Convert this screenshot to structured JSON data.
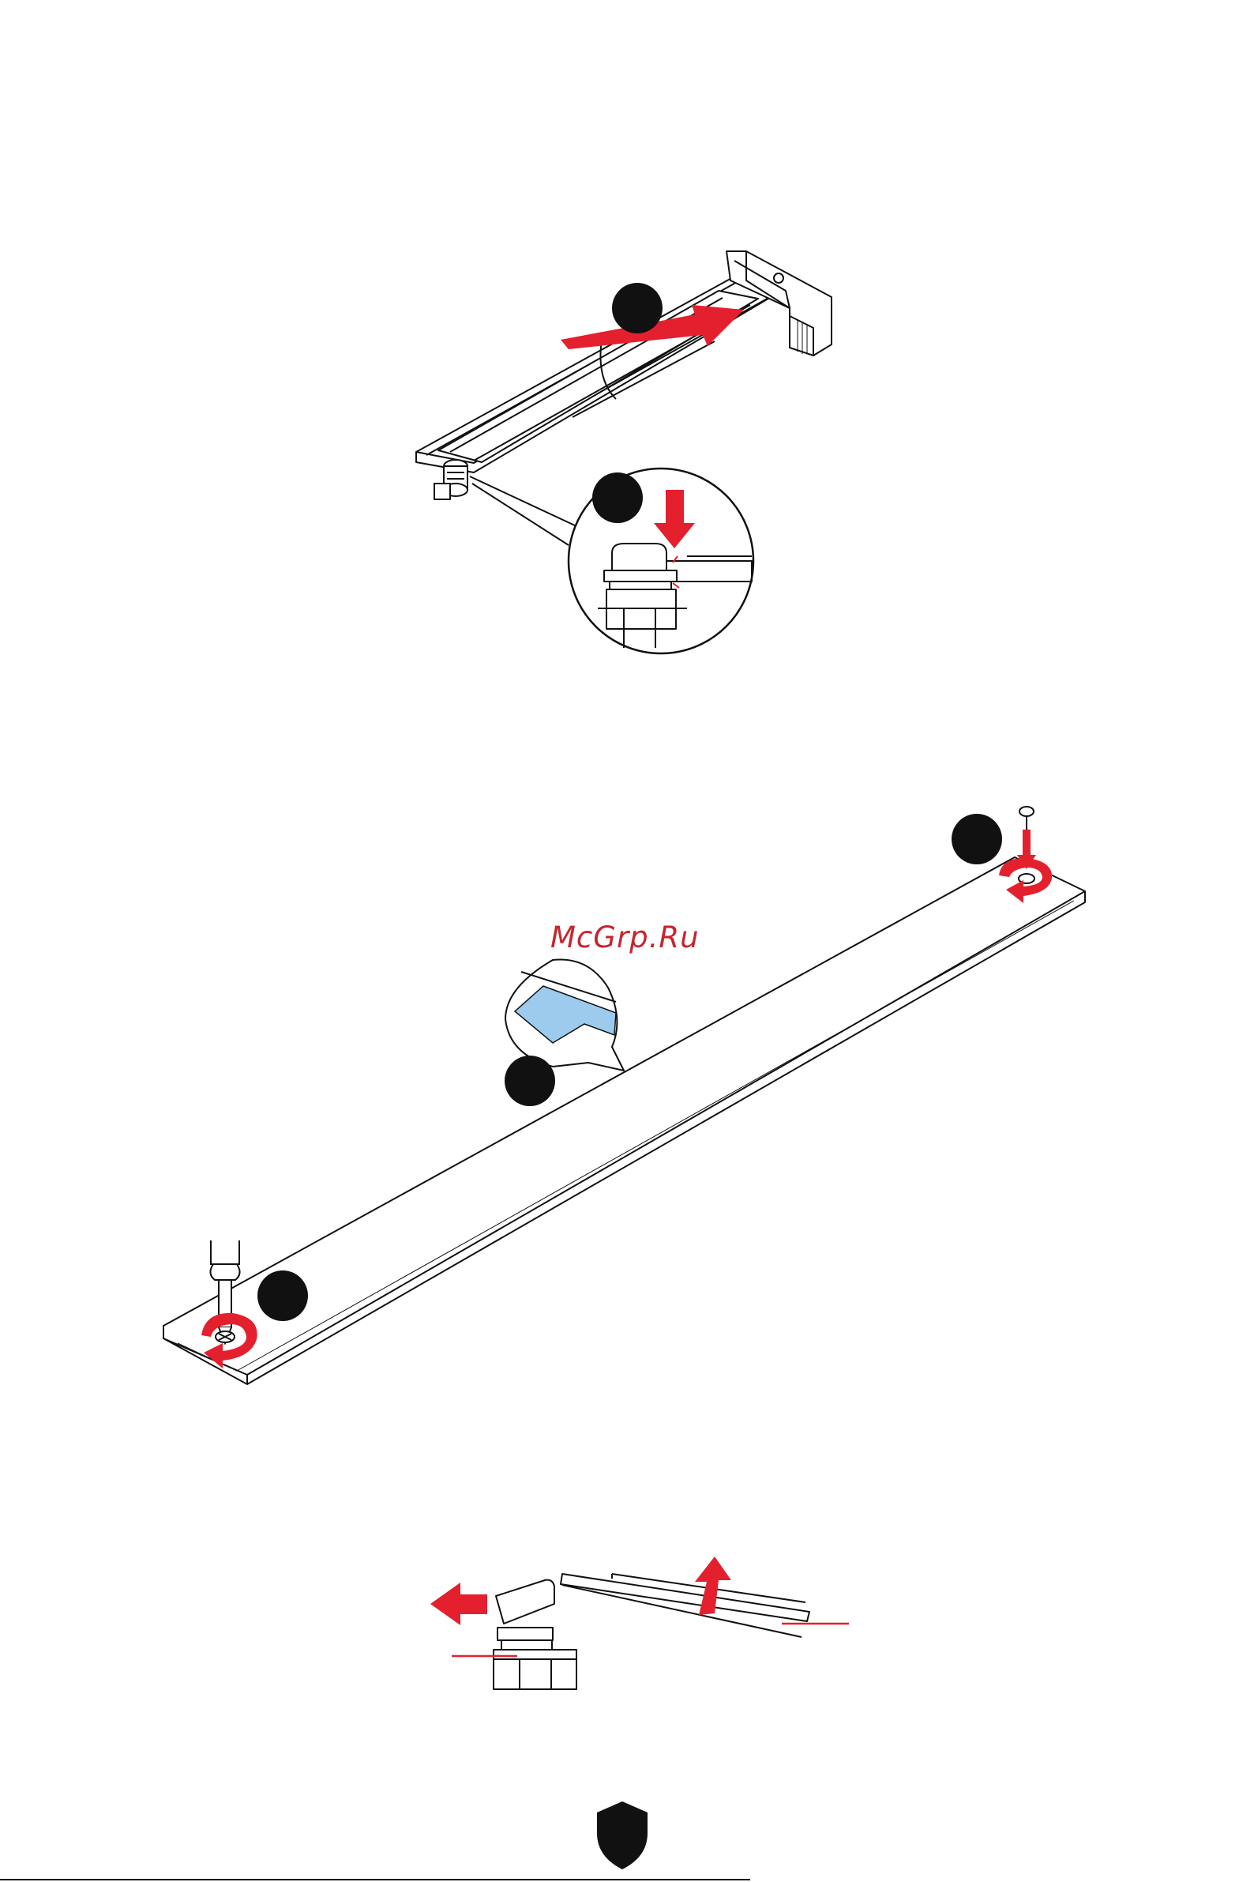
{
  "watermark": {
    "text": "McGrp.Ru"
  },
  "colors": {
    "accent_red": "#e4202e",
    "thermal_pad_blue": "#9ccbee",
    "line": "#111111",
    "background": "#ffffff"
  },
  "figures": {
    "top": {
      "step_markers": 2,
      "icons": [
        "insert-arrow-icon",
        "press-down-arrow-icon"
      ]
    },
    "middle": {
      "step_markers": 3,
      "icons": [
        "screwdriver-icon",
        "rotate-cw-icon",
        "screw-icon",
        "thermal-pad-callout"
      ]
    },
    "bottom": {
      "step_markers": 0,
      "icons": [
        "pull-left-arrow-icon",
        "lift-up-arrow-icon"
      ]
    }
  },
  "footer": {
    "logo": "msi-shield-logo"
  }
}
